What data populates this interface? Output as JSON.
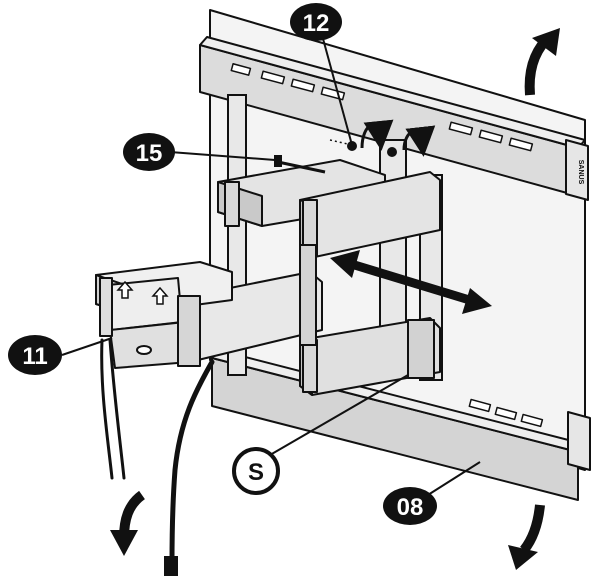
{
  "callouts": {
    "c12": "12",
    "c15": "15",
    "c11": "11",
    "cS": "S",
    "c08": "08"
  },
  "brand": "SANUS",
  "colors": {
    "line": "#111111",
    "plate_light": "#f2f2f2",
    "plate_shade": "#d9d9d9",
    "arm_fill": "#e6e6e6",
    "arm_dark": "#bdbdbd",
    "rail_fill": "#cfcfcf",
    "badge_dark": "#111111",
    "badge_text": "#ffffff"
  },
  "icons": [
    "curved-arrow-up-icon",
    "curved-arrow-down-icon",
    "double-arrow-icon",
    "rotate-arrow-icon"
  ]
}
